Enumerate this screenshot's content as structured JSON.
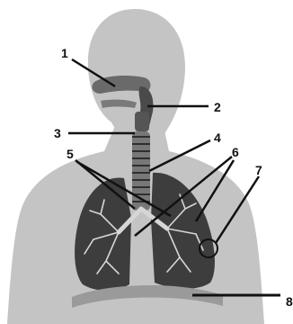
{
  "diagram": {
    "labels": [
      {
        "id": "label-1",
        "text": "1"
      },
      {
        "id": "label-2",
        "text": "2"
      },
      {
        "id": "label-3",
        "text": "3"
      },
      {
        "id": "label-4",
        "text": "4"
      },
      {
        "id": "label-5",
        "text": "5"
      },
      {
        "id": "label-6",
        "text": "6"
      },
      {
        "id": "label-7",
        "text": "7"
      },
      {
        "id": "label-8",
        "text": "8"
      }
    ],
    "colors": {
      "silhouette": "#c4c4c4",
      "airway": "#4a4a4a",
      "lung": "#3d3d3d",
      "diaphragm": "#9a9a9a",
      "leader": "#111111"
    }
  }
}
